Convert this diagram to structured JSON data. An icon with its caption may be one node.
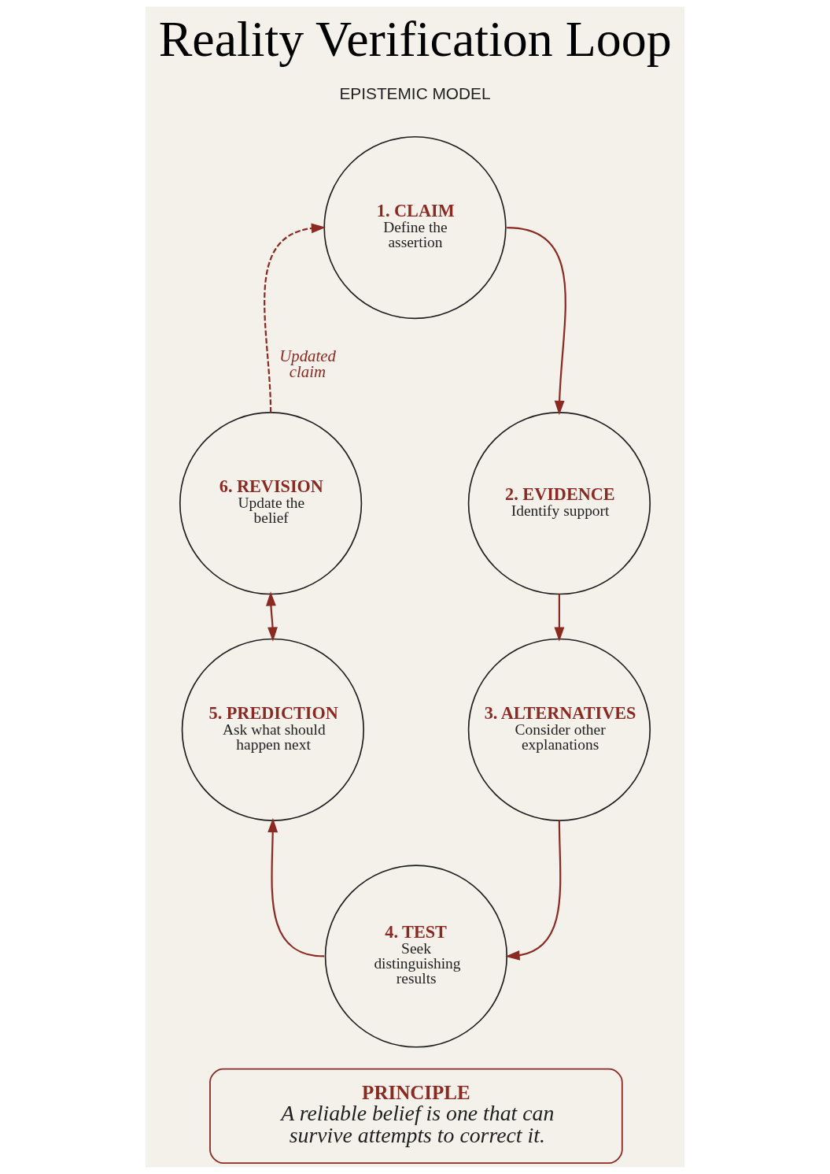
{
  "diagram": {
    "title": "Reality Verification Loop",
    "nodes": [
      {
        "text": [
          "1. CLAIM",
          "Define the assertion"
        ]
      },
      {
        "text": [
          "2. EVIDENCE",
          "Identify support"
        ]
      },
      {
        "text": [
          "3. ALTERNATIVES",
          "Consider other explanations"
        ]
      },
      {
        "text": [
          "4. TEST",
          "Seek distinguishing results"
        ]
      },
      {
        "text": [
          "5. PREDICTION",
          "Ask what should happen next"
        ]
      },
      {
        "text": [
          "6. REVISION",
          "Update the belief"
        ]
      },
      {
        "text": [
          "PRINCIPLE",
          "A reliable belief is one that can survive attempts to correct it."
        ]
      }
    ],
    "edges": [
      {
        "from": 0,
        "to": 1,
        "arrow": "to"
      },
      {
        "from": 1,
        "to": 2,
        "arrow": "to"
      },
      {
        "from": 2,
        "to": 3,
        "arrow": "to"
      },
      {
        "from": 3,
        "to": 4,
        "arrow": "to"
      },
      {
        "from": 4,
        "to": 5,
        "arrow": "both"
      },
      {
        "from": 5,
        "to": 0,
        "arrow": "to",
        "style": "dashed",
        "label": "Updated claim"
      }
    ],
    "labels": [
      "EPISTEMIC MODEL"
    ]
  }
}
